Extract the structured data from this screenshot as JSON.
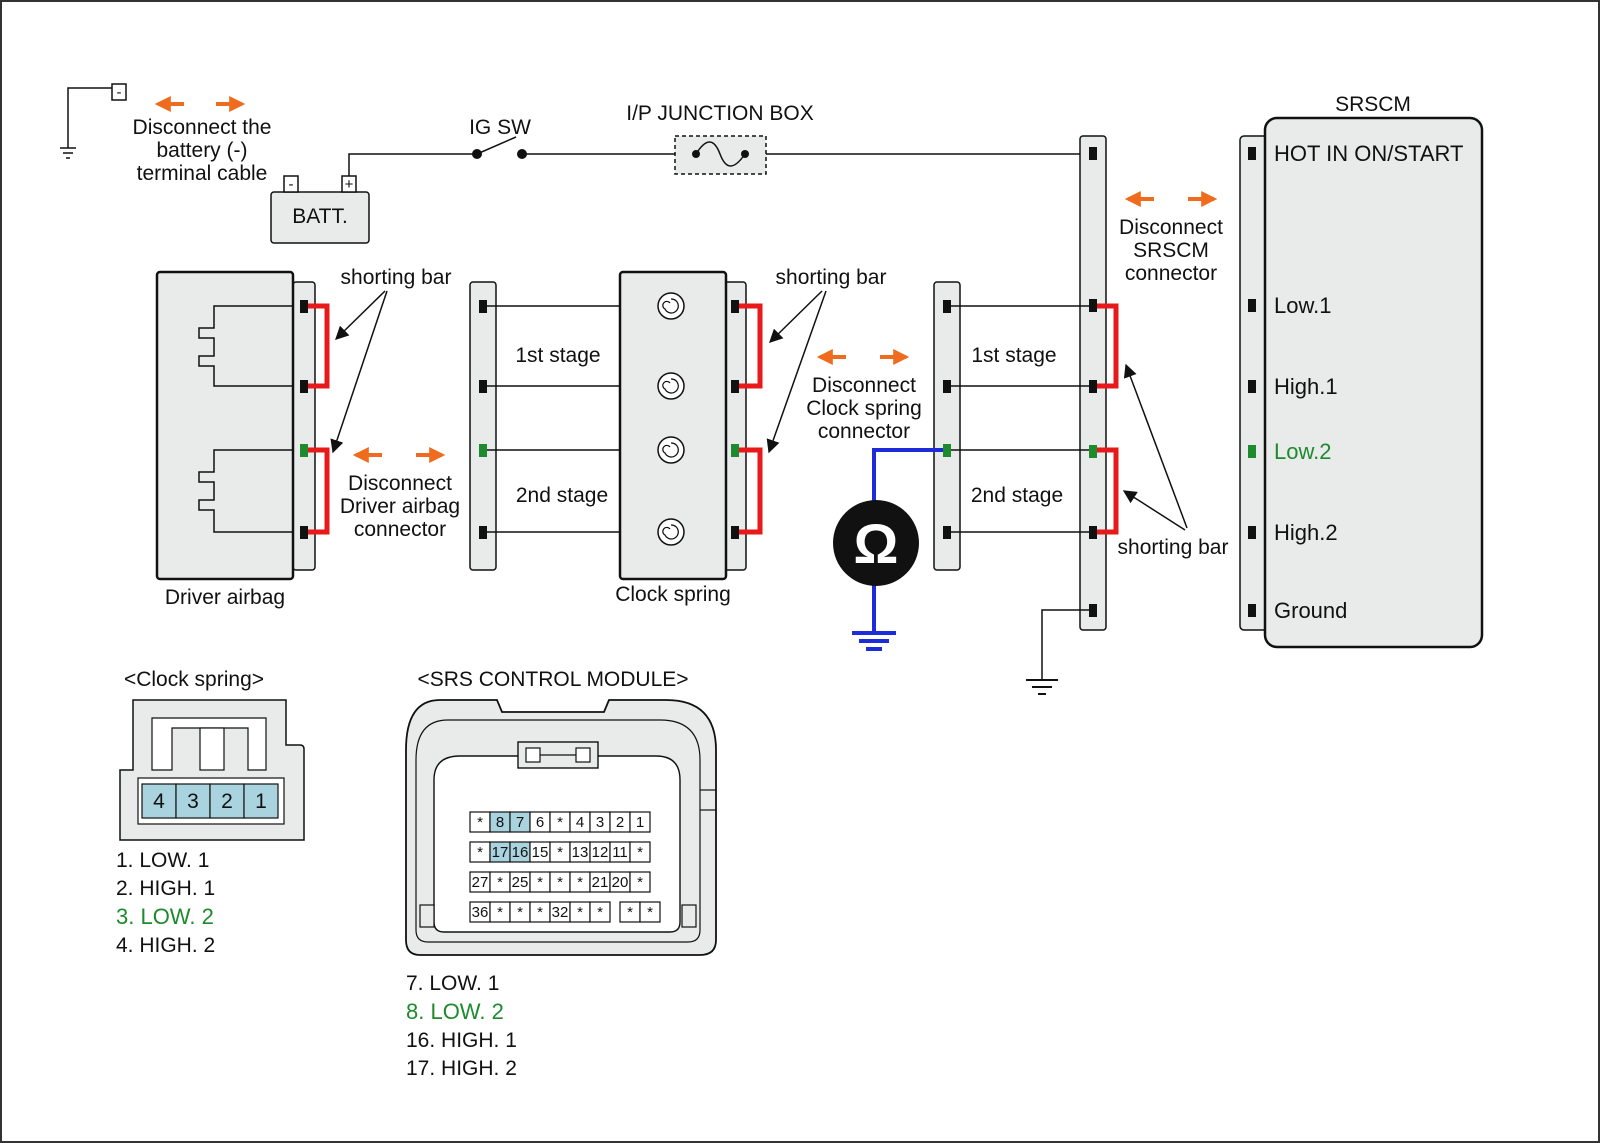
{
  "labels": {
    "disconnect_battery": [
      "Disconnect the",
      "battery (-)",
      "terminal cable"
    ],
    "batt_minus": "-",
    "batt_plus": "+",
    "batt": "BATT.",
    "neg_terminal": "-",
    "ig_sw": "IG SW",
    "ip_junction_box": "I/P JUNCTION BOX",
    "srscm": "SRSCM",
    "disconnect_srscm": [
      "Disconnect",
      "SRSCM",
      "connector"
    ],
    "shorting_bar": "shorting bar",
    "stage1": "1st stage",
    "stage2": "2nd stage",
    "disconnect_clock": [
      "Disconnect",
      "Clock spring",
      "connector"
    ],
    "disconnect_driver": [
      "Disconnect",
      "Driver airbag",
      "connector"
    ],
    "driver_airbag": "Driver airbag",
    "clock_spring": "Clock spring",
    "ohm": "Ω"
  },
  "srscm_pins": [
    "HOT IN ON/START",
    "Low.1",
    "High.1",
    "Low.2",
    "High.2",
    "Ground"
  ],
  "clock_connector": {
    "title": "<Clock spring>",
    "cells": [
      "4",
      "3",
      "2",
      "1"
    ],
    "legend": [
      "1. LOW. 1",
      "2. HIGH. 1",
      "3. LOW. 2",
      "4. HIGH. 2"
    ]
  },
  "srs_module": {
    "title": "<SRS CONTROL MODULE>",
    "rows": [
      [
        "*",
        "8",
        "7",
        "6",
        "*",
        "4",
        "3",
        "2",
        "1"
      ],
      [
        "*",
        "17",
        "16",
        "15",
        "*",
        "13",
        "12",
        "11",
        "*"
      ],
      [
        "27",
        "*",
        "25",
        "*",
        "*",
        "*",
        "21",
        "20",
        "*"
      ],
      [
        "36",
        "*",
        "*",
        "*",
        "32",
        "*",
        "*",
        "",
        "*",
        "*"
      ]
    ],
    "legend": [
      "7. LOW. 1",
      "8. LOW. 2",
      "16. HIGH. 1",
      "17. HIGH. 2"
    ]
  },
  "colors": {
    "wire": "#111111",
    "shorting_bar": "#e8191a",
    "arrow": "#ef6b1e",
    "meter_lead": "#1d2bd8",
    "low2_highlight": "#1e8a2e",
    "pin_highlight": "#a9d3df",
    "connector_fill": "#e8ebea"
  }
}
